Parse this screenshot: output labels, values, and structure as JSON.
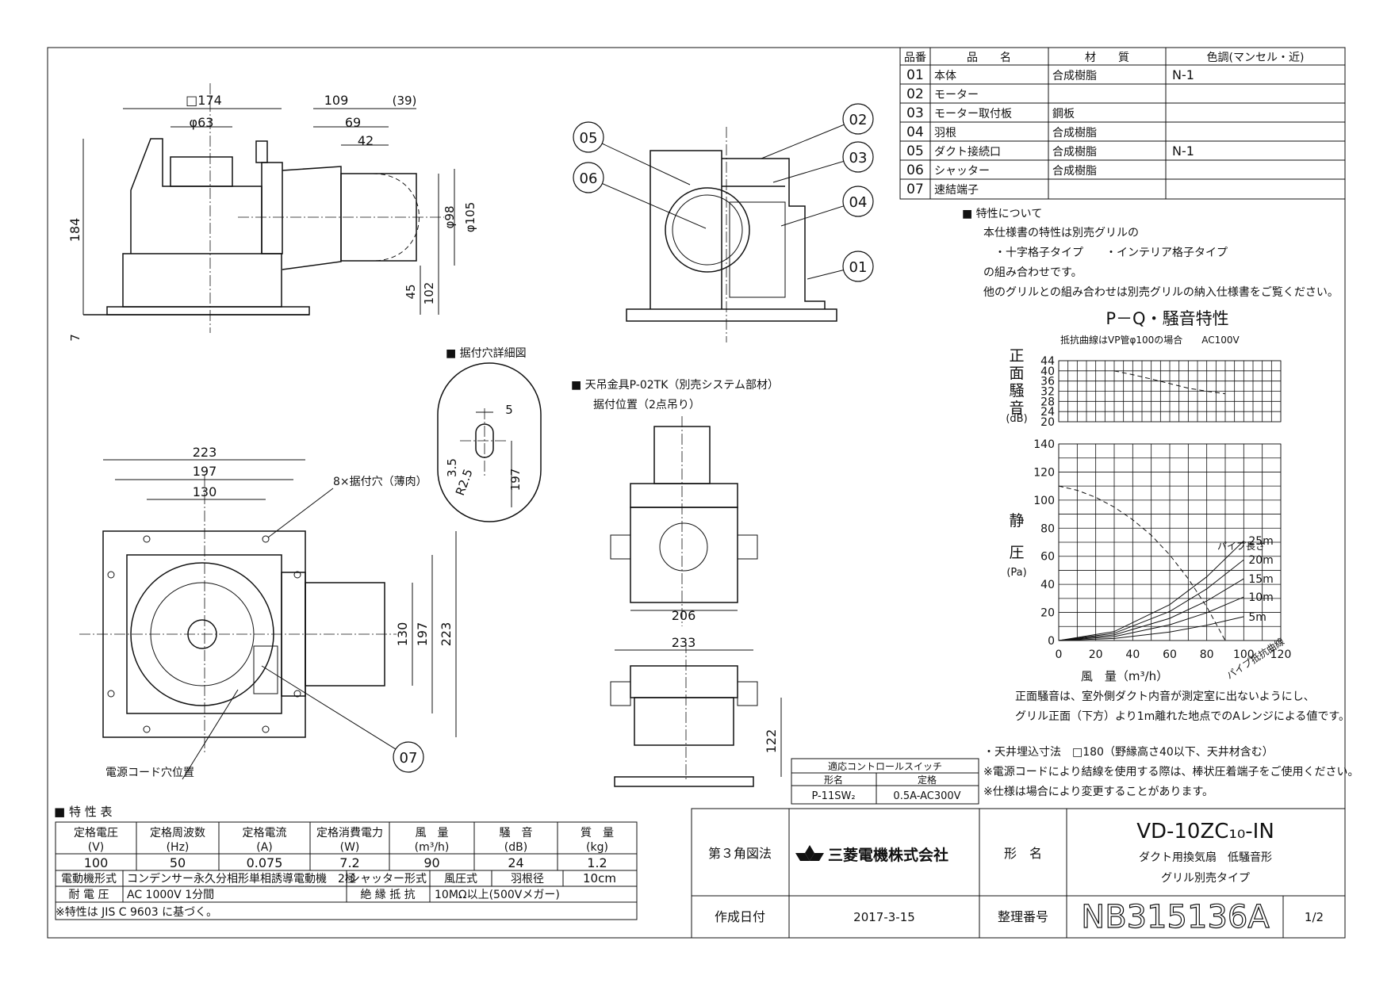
{
  "parts_table": {
    "headers": [
      "品番",
      "品　　名",
      "材　　質",
      "色調(マンセル・近)"
    ],
    "rows": [
      [
        "01",
        "本体",
        "合成樹脂",
        "N-1"
      ],
      [
        "02",
        "モーター",
        "",
        ""
      ],
      [
        "03",
        "モーター取付板",
        "鋼板",
        ""
      ],
      [
        "04",
        "羽根",
        "合成樹脂",
        ""
      ],
      [
        "05",
        "ダクト接続口",
        "合成樹脂",
        "N-1"
      ],
      [
        "06",
        "シャッター",
        "合成樹脂",
        ""
      ],
      [
        "07",
        "速結端子",
        "",
        ""
      ]
    ]
  },
  "notes": {
    "heading": "■ 特性について",
    "lines": [
      "本仕様書の特性は別売グリルの",
      "・十字格子タイプ　　・インテリア格子タイプ",
      "の組み合わせです。",
      "他のグリルとの組み合わせは別売グリルの納入仕様書をご覧ください。"
    ]
  },
  "chart_data": [
    {
      "type": "line",
      "title": "P－Q・騒音特性",
      "subtitle": "抵抗曲線はVP管φ100の場合　　AC100V",
      "ylabel": "正面騒音(dB)",
      "ylabel_chars": [
        "正",
        "面",
        "騒",
        "音"
      ],
      "yunit": "(dB)",
      "ylim": [
        20,
        44
      ],
      "yticks": [
        20,
        24,
        28,
        32,
        36,
        40,
        44
      ],
      "xlim": [
        0,
        120
      ],
      "series": [
        {
          "x": [
            30,
            40,
            50,
            60,
            70,
            80,
            90
          ],
          "values": [
            40,
            38.5,
            36.8,
            35.0,
            33.2,
            32.0,
            31.0
          ]
        }
      ]
    },
    {
      "type": "line",
      "ylabel": "静圧(Pa)",
      "ylabel_chars": [
        "静",
        "圧"
      ],
      "yunit": "(Pa)",
      "xlabel": "風　量（m³/h）",
      "xlim": [
        0,
        120
      ],
      "ylim": [
        0,
        140
      ],
      "xticks": [
        0,
        20,
        40,
        60,
        80,
        100,
        120
      ],
      "yticks": [
        0,
        20,
        40,
        60,
        80,
        100,
        120,
        140
      ],
      "series": [
        {
          "x": [
            0,
            10,
            20,
            30,
            40,
            50,
            60,
            70,
            80,
            90
          ],
          "values": [
            110,
            107,
            102,
            95,
            86,
            75,
            61,
            44,
            24,
            0
          ]
        },
        {
          "name": "25m",
          "x": [
            0,
            30,
            60,
            80,
            100
          ],
          "values": [
            0,
            6.4,
            25.6,
            45.4,
            71
          ]
        },
        {
          "name": "20m",
          "x": [
            0,
            30,
            60,
            80,
            100
          ],
          "values": [
            0,
            5.2,
            20.7,
            36.8,
            57.5
          ]
        },
        {
          "name": "15m",
          "x": [
            0,
            30,
            60,
            80,
            100
          ],
          "values": [
            0,
            4.0,
            15.8,
            28.2,
            44
          ]
        },
        {
          "name": "10m",
          "x": [
            0,
            30,
            60,
            80,
            100
          ],
          "values": [
            0,
            2.8,
            11.2,
            19.8,
            31
          ]
        },
        {
          "name": "5m",
          "x": [
            0,
            30,
            60,
            80,
            100
          ],
          "values": [
            0,
            1.5,
            6.1,
            10.9,
            17
          ]
        }
      ],
      "annotations": [
        "パイプ抵抗曲線",
        "パイプ長さ"
      ]
    }
  ],
  "chart_notes": [
    "正面騒音は、室外側ダクト内音が測定室に出ないようにし、",
    "グリル正面（下方）より1m離れた地点でのAレンジによる値です。"
  ],
  "spec_notes": [
    "・天井埋込寸法　□180（野縁高さ40以下、天井材含む）",
    "※電源コードにより結線を使用する際は、棒状圧着端子をご使用ください。",
    "※仕様は場合により変更することがあります。"
  ],
  "switch_table": {
    "title": "適応コントロールスイッチ",
    "headers": [
      "形名",
      "定格"
    ],
    "row": [
      "P-11SW₂",
      "0.5A-AC300V"
    ]
  },
  "views": {
    "hole_detail": "■ 据付穴詳細図",
    "hanger_line1": "■ 天吊金具P-02TK（別売システム部材）",
    "hanger_line2": "据付位置（2点吊り）",
    "mount_holes": "8×据付穴（薄肉）",
    "cord_position": "電源コード穴位置",
    "callouts": [
      "01",
      "02",
      "03",
      "04",
      "05",
      "06",
      "07"
    ]
  },
  "dimensions": {
    "side": [
      "□174",
      "φ63",
      "109",
      "(39)",
      "69",
      "42",
      "184",
      "φ98",
      "φ105",
      "45",
      "102",
      "7"
    ],
    "plan": [
      "223",
      "197",
      "130",
      "130",
      "197",
      "223"
    ],
    "hole": [
      "5",
      "3.5",
      "R2.5",
      "197"
    ],
    "hanger": [
      "206",
      "233",
      "122"
    ]
  },
  "spec_table": {
    "title": "■ 特 性 表",
    "headers": [
      "定格電圧",
      "定格周波数",
      "定格電流",
      "定格消費電力",
      "風　量",
      "騒　音",
      "質　量"
    ],
    "units": [
      "(V)",
      "(Hz)",
      "(A)",
      "(W)",
      "(m³/h)",
      "(dB)",
      "(kg)"
    ],
    "values": [
      "100",
      "50",
      "0.075",
      "7.2",
      "90",
      "24",
      "1.2"
    ],
    "motor_label": "電動機形式",
    "motor_value": "コンデンサー永久分相形単相誘導電動機　2極",
    "shutter_label": "シャッター形式",
    "shutter_value": "風圧式",
    "blade_label": "羽根径",
    "blade_value": "10cm",
    "withstand_label": "耐 電 圧",
    "withstand_value": "AC 1000V 1分間",
    "insulation_label": "絶 縁 抵 抗",
    "insulation_value": "10MΩ以上(500Vメガー)",
    "footnote": "※特性は JIS C 9603 に基づく。"
  },
  "title_block": {
    "projection": "第３角図法",
    "company": "三菱電機株式会社",
    "model_label": "形　名",
    "model": "VD-10ZC₁₀-IN",
    "desc1": "ダクト用換気扇　低騒音形",
    "desc2": "グリル別売タイプ",
    "date_label": "作成日付",
    "date": "2017-3-15",
    "number_label": "整理番号",
    "number": "NB315136A",
    "page": "1/2"
  }
}
